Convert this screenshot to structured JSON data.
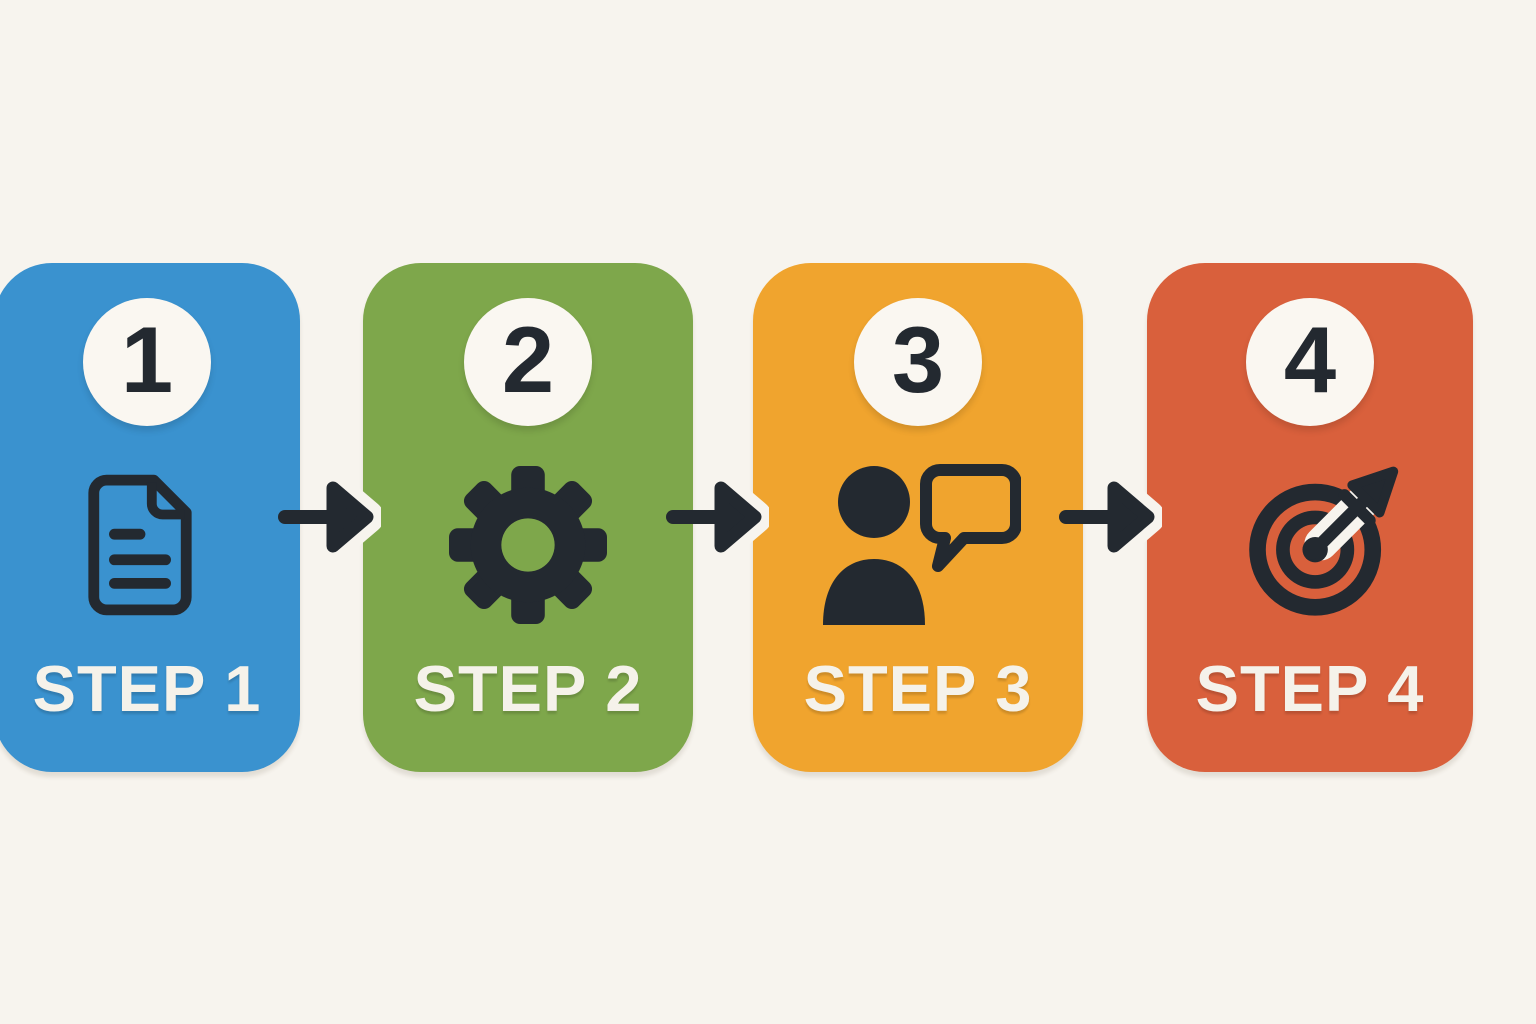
{
  "diagram": {
    "type": "process-steps",
    "direction": "left-to-right",
    "steps": [
      {
        "number": "1",
        "label": "STEP 1",
        "card_color": "#3a92cf",
        "icon": "document-icon"
      },
      {
        "number": "2",
        "label": "STEP 2",
        "card_color": "#7ea74b",
        "icon": "gear-icon"
      },
      {
        "number": "3",
        "label": "STEP 3",
        "card_color": "#f0a42e",
        "icon": "person-speech-bubble-icon"
      },
      {
        "number": "4",
        "label": "STEP 4",
        "card_color": "#d9603c",
        "icon": "target-dart-icon"
      }
    ],
    "arrows": {
      "count": 3,
      "direction": "right",
      "color": "#232930"
    },
    "colors": {
      "background": "#f7f4ee",
      "ink": "#232930",
      "badge_background": "#faf7f1",
      "label_text": "#f5f2ea"
    }
  }
}
